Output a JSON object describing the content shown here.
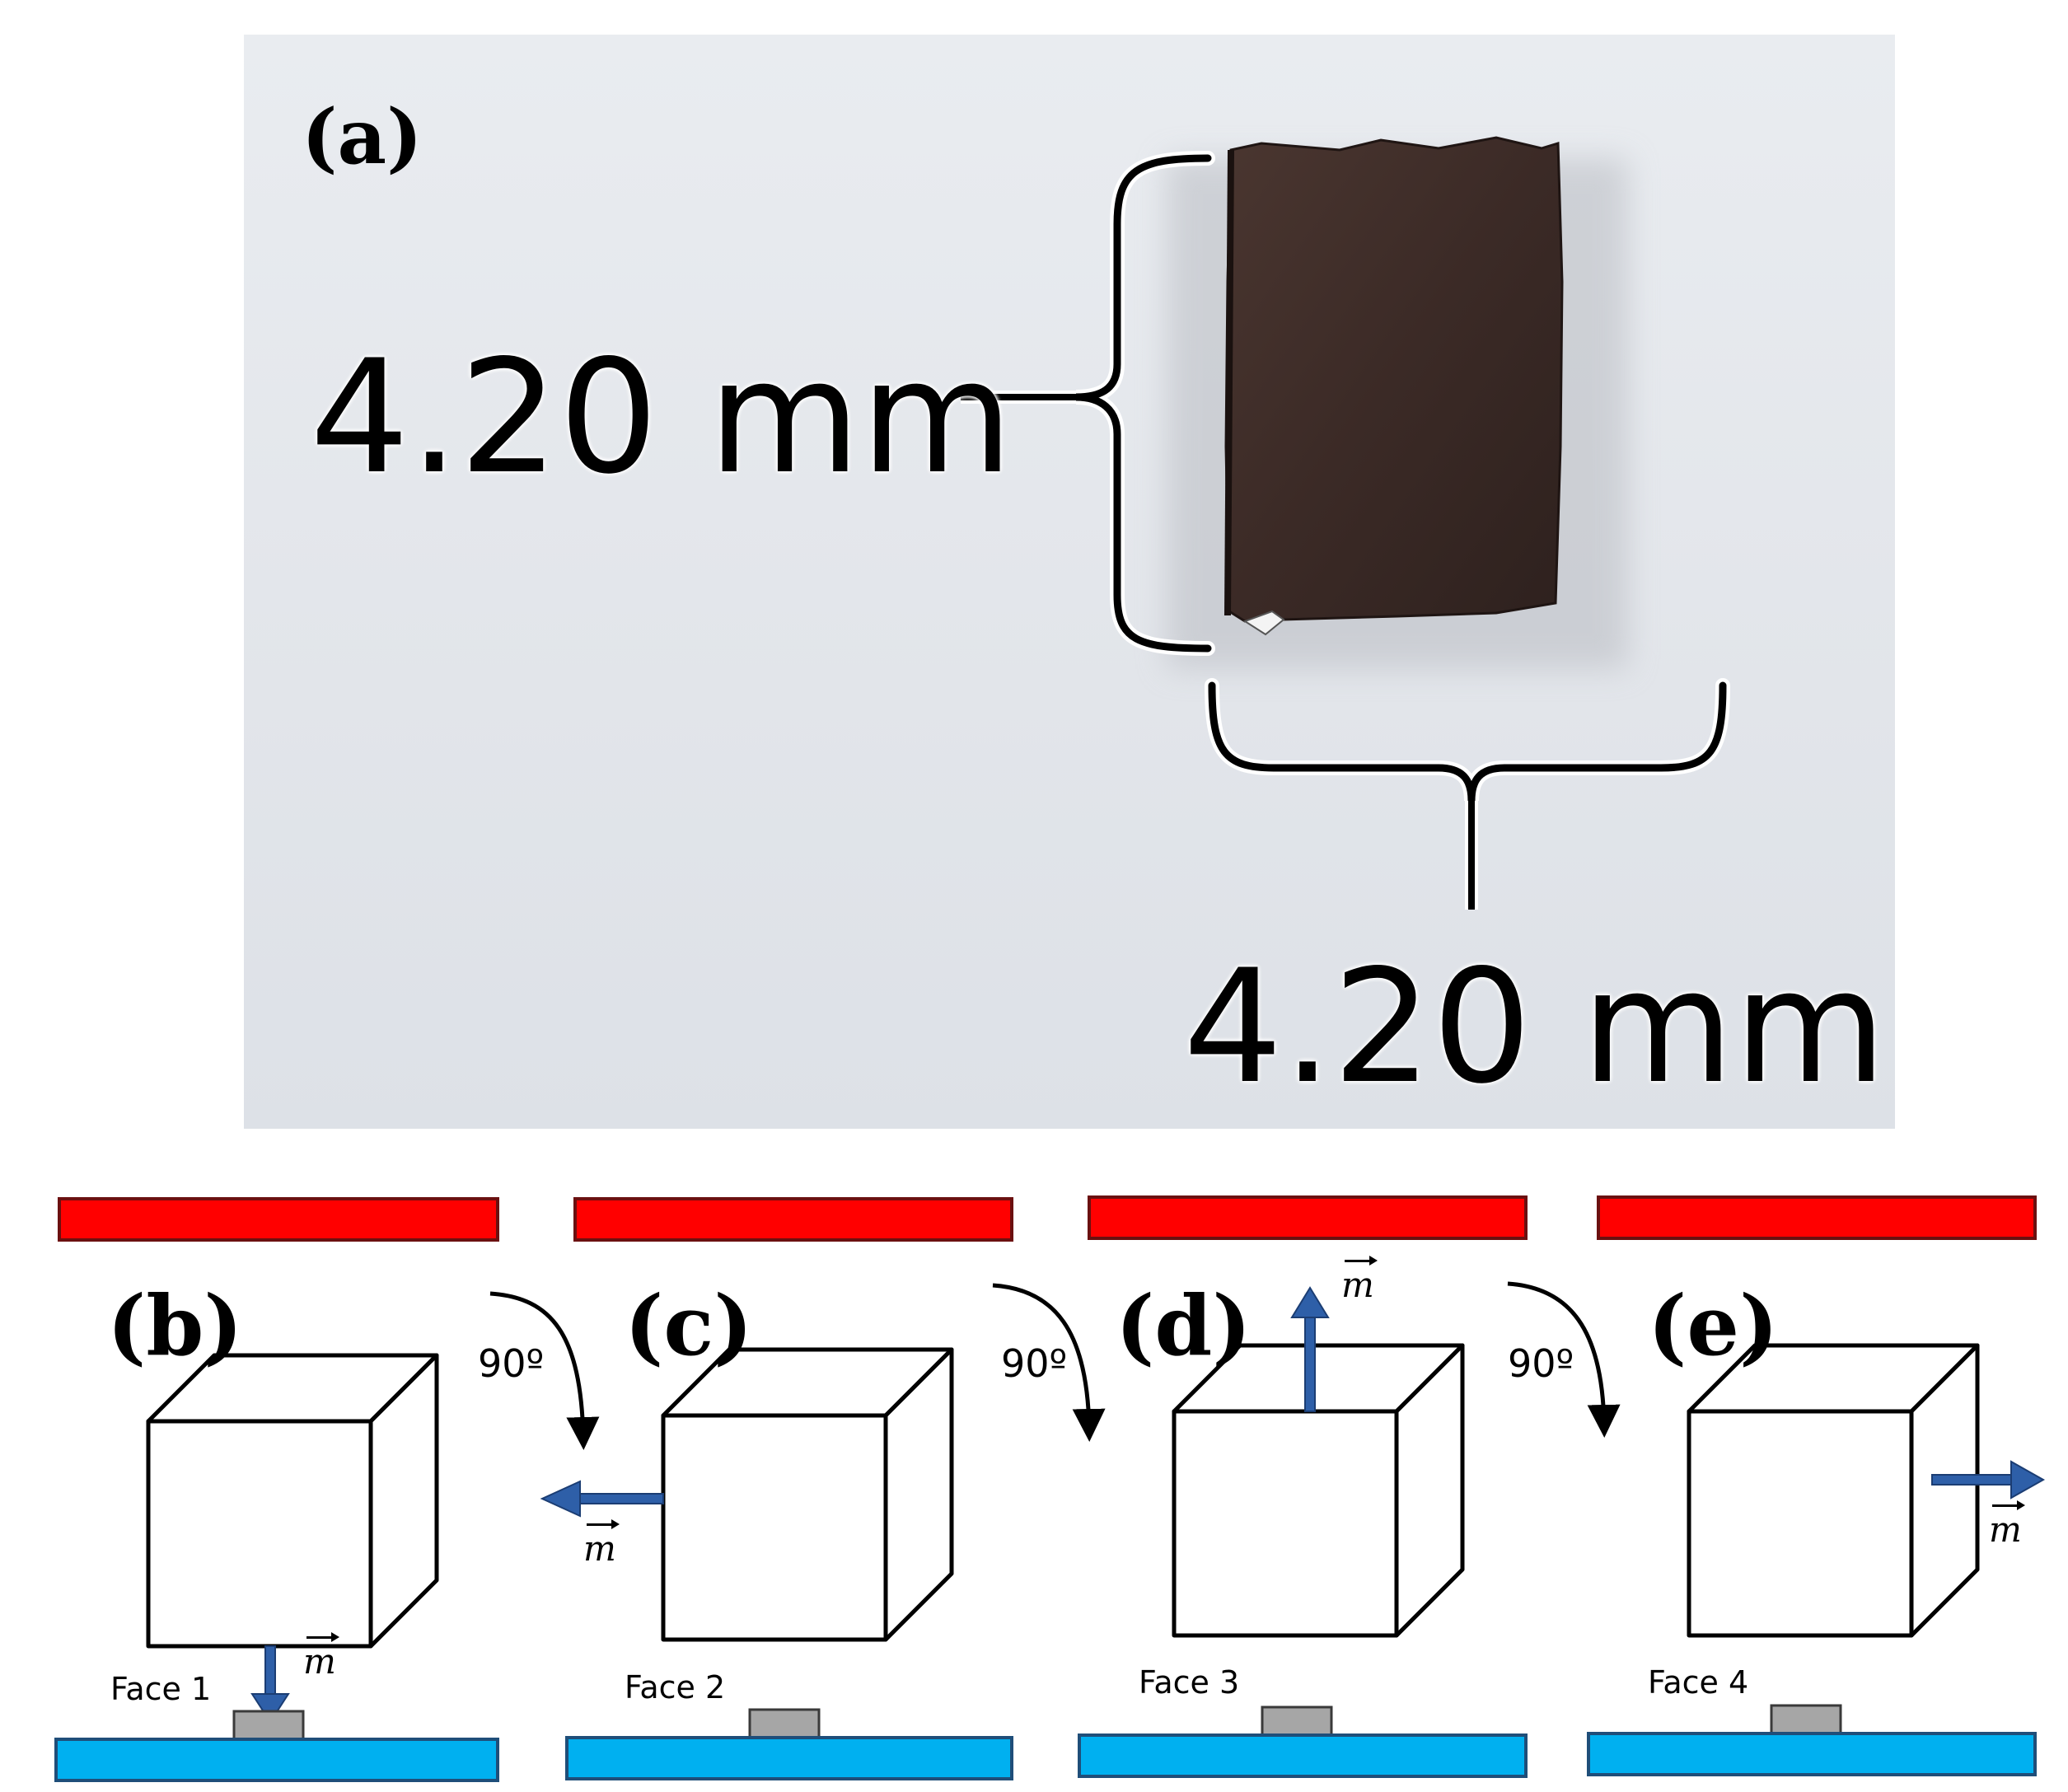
{
  "panel_a": {
    "label": "(a)",
    "height_dimension": "4.20 mm",
    "width_dimension": "4.20 mm"
  },
  "stages": [
    {
      "label": "(b)",
      "face": "Face 1",
      "moment_direction": "down"
    },
    {
      "label": "(c)",
      "face": "Face 2",
      "moment_direction": "left"
    },
    {
      "label": "(d)",
      "face": "Face 3",
      "moment_direction": "up"
    },
    {
      "label": "(e)",
      "face": "Face 4",
      "moment_direction": "right"
    }
  ],
  "rotation_labels": [
    "90º",
    "90º",
    "90º"
  ],
  "moment_symbol": "m",
  "colors": {
    "magnet_bar": "#ff0000",
    "base_plate": "#00b0f0",
    "sensor_pad": "#a6a6a6",
    "moment_arrow": "#2e5fa8",
    "sample": "#3a2a26"
  }
}
